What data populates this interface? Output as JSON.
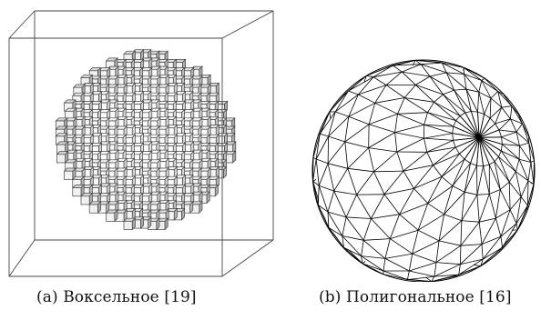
{
  "figure": {
    "panel_a": {
      "label": "(a)",
      "caption": "Воксельное [19]"
    },
    "panel_b": {
      "label": "(b)",
      "caption": "Полигональное [16]"
    }
  }
}
